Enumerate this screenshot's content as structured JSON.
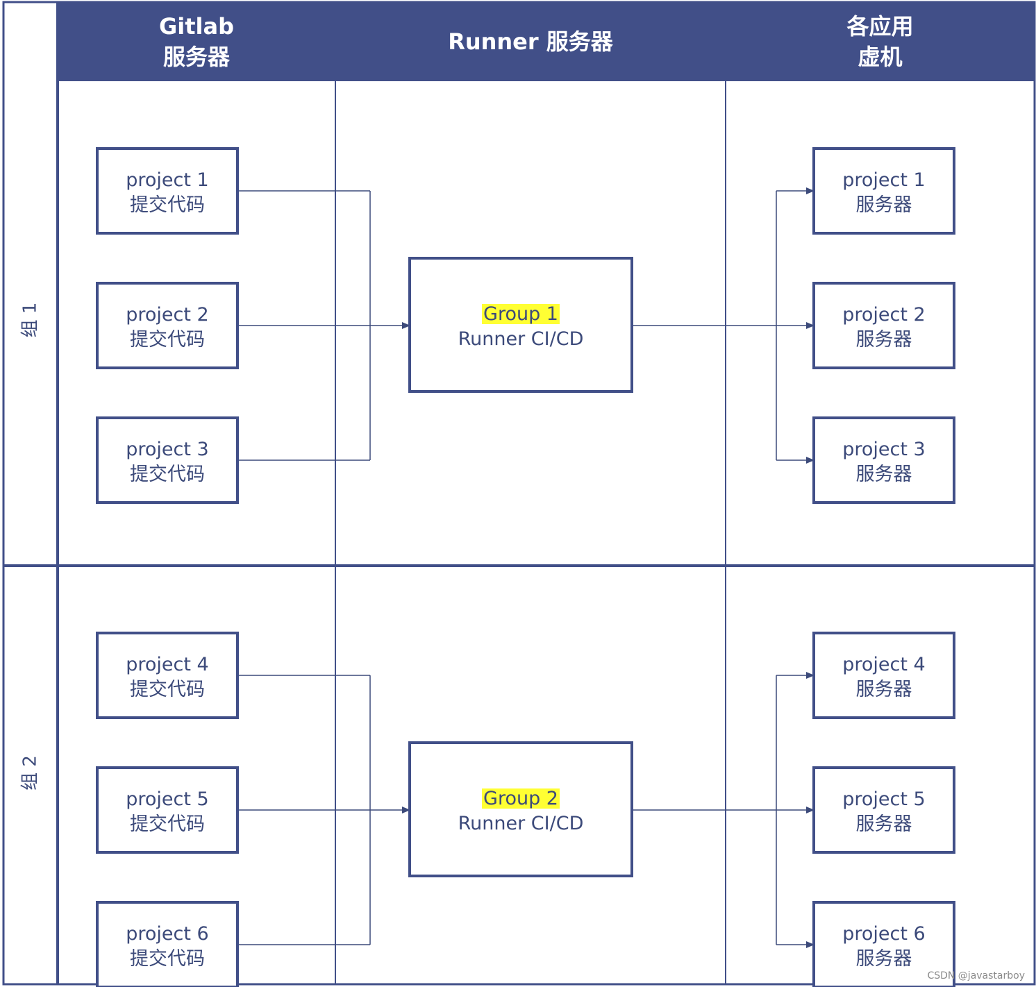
{
  "headers": {
    "gitlab": [
      "Gitlab",
      "服务器"
    ],
    "runner": [
      "Runner  服务器"
    ],
    "apps": [
      "各应用",
      "虚机"
    ]
  },
  "lanes": [
    {
      "label": "组 1",
      "sources": [
        {
          "title": "project 1",
          "sub": "提交代码"
        },
        {
          "title": "project 2",
          "sub": "提交代码"
        },
        {
          "title": "project 3",
          "sub": "提交代码"
        }
      ],
      "runner": {
        "title": "Group 1",
        "sub": "Runner CI/CD"
      },
      "targets": [
        {
          "title": "project 1",
          "sub": "服务器"
        },
        {
          "title": "project 2",
          "sub": "服务器"
        },
        {
          "title": "project 3",
          "sub": "服务器"
        }
      ]
    },
    {
      "label": "组 2",
      "sources": [
        {
          "title": "project 4",
          "sub": "提交代码"
        },
        {
          "title": "project 5",
          "sub": "提交代码"
        },
        {
          "title": "project 6",
          "sub": "提交代码"
        }
      ],
      "runner": {
        "title": "Group 2",
        "sub": "Runner CI/CD"
      },
      "targets": [
        {
          "title": "project 4",
          "sub": "服务器"
        },
        {
          "title": "project 5",
          "sub": "服务器"
        },
        {
          "title": "project 6",
          "sub": "服务器"
        }
      ]
    }
  ],
  "watermark": "CSDN @javastarboy",
  "colors": {
    "header": "#414f88",
    "line": "#3c4a7a",
    "highlight": "#ffff33",
    "text": "#3c4a7a"
  }
}
